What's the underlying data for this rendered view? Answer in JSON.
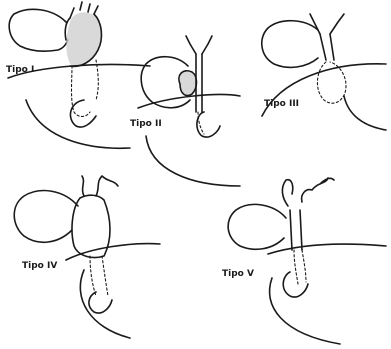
{
  "labels": {
    "tipo1": "Tipo I",
    "tipo2": "Tipo II",
    "tipo3": "Tipo III",
    "tipo4": "Tipo IV",
    "tipo5": "Tipo V"
  }
}
